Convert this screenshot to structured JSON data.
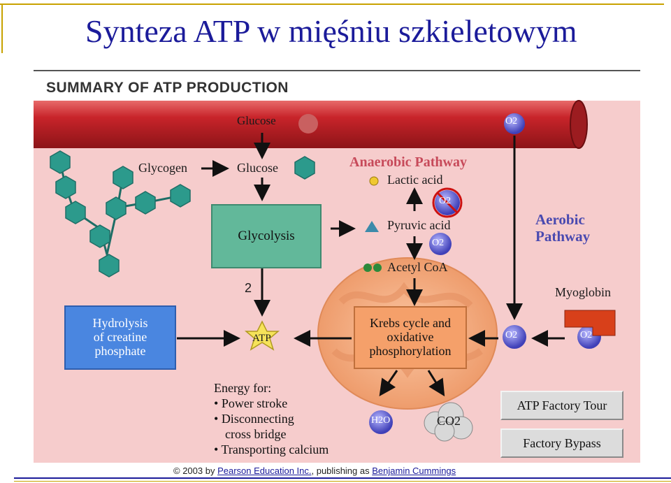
{
  "slide": {
    "title": "Synteza ATP w mięśniu szkieletowym"
  },
  "figure": {
    "header": "SUMMARY OF ATP PRODUCTION",
    "labels": {
      "glucose_vessel": "Glucose",
      "o2_vessel": "O2",
      "glycogen": "Glycogen",
      "glucose": "Glucose",
      "anaerobic": "Anaerobic Pathway",
      "lactic_acid": "Lactic acid",
      "pyruvic_acid": "Pyruvic acid",
      "acetyl_coa": "Acetyl CoA",
      "aerobic_line1": "Aerobic",
      "aerobic_line2": "Pathway",
      "myoglobin": "Myoglobin",
      "glycolysis_count": "2",
      "atp": "ATP",
      "o2_blocked": "O2",
      "o2_pyruvic": "O2",
      "o2_krebs": "O2",
      "o2_myoglobin": "O2",
      "h2o": "H2O",
      "co2": "CO2"
    },
    "boxes": {
      "glycolysis": "Glycolysis",
      "hydrolysis": [
        "Hydrolysis",
        "of creatine",
        "phosphate"
      ],
      "krebs": [
        "Krebs cycle and",
        "oxidative",
        "phosphorylation"
      ]
    },
    "energy": {
      "heading": "Energy for:",
      "items": [
        "Power stroke",
        "Disconnecting",
        "cross bridge",
        "Transporting calcium"
      ]
    },
    "buttons": {
      "tour": "ATP Factory Tour",
      "bypass": "Factory Bypass"
    },
    "footer": {
      "prefix": "© 2003 by ",
      "publisher": "Pearson Education Inc.",
      "middle": ", publishing as ",
      "imprint": "Benjamin Cummings"
    }
  },
  "colors": {
    "title": "#1b1b9a",
    "vessel": "#c8242a",
    "glycolysis": "#62b89a",
    "hydrolysis": "#4a86e0",
    "krebs": "#f5a06a",
    "mito": "#f0a070",
    "anaerobic": "#c74a5a",
    "aerobic": "#4a4ab0",
    "glycogen": "#2c9a8c"
  }
}
